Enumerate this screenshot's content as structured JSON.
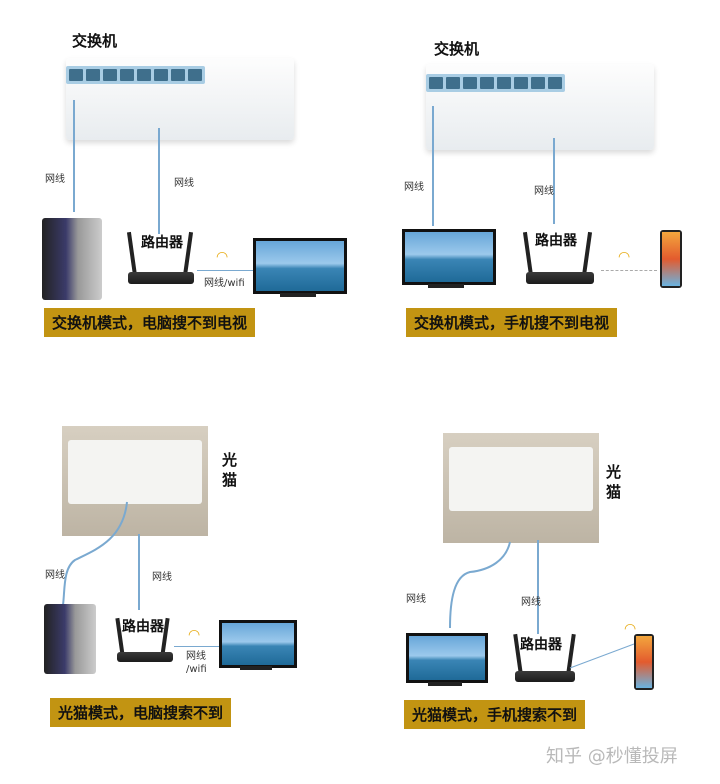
{
  "panels": [
    {
      "id": "switch-pc",
      "device_title": "交换机",
      "cable_labels": [
        "网线",
        "网线"
      ],
      "router_label": "路由器",
      "link_label": "网线/wifi",
      "caption": "交换机模式，电脑搜不到电视"
    },
    {
      "id": "switch-phone",
      "device_title": "交换机",
      "cable_labels": [
        "网线",
        "网线"
      ],
      "router_label": "路由器",
      "caption": "交换机模式，手机搜不到电视"
    },
    {
      "id": "modem-pc",
      "device_title_line1": "光",
      "device_title_line2": "猫",
      "cable_labels": [
        "网线",
        "网线"
      ],
      "router_label": "路由器",
      "link_label_line1": "网线",
      "link_label_line2": "/wifi",
      "caption": "光猫模式，电脑搜索不到"
    },
    {
      "id": "modem-phone",
      "device_title_line1": "光",
      "device_title_line2": "猫",
      "cable_labels": [
        "网线",
        "网线"
      ],
      "router_label": "路由器",
      "caption": "光猫模式，手机搜索不到"
    }
  ],
  "watermark": "知乎 @秒懂投屏",
  "colors": {
    "caption_bg": "#c29412",
    "cable": "#7aa9d0",
    "wifi": "#e6a80c"
  }
}
